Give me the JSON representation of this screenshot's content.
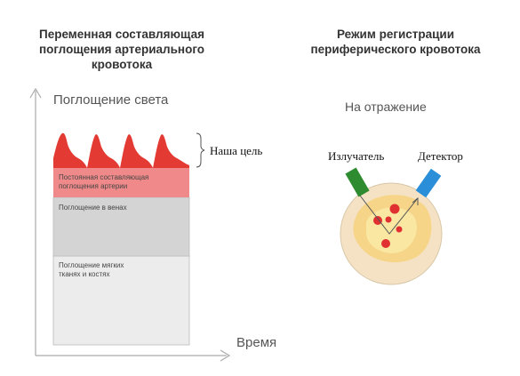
{
  "left_panel": {
    "title_lines": [
      "Переменная составляющая",
      "поглощения артериального",
      "кровотока"
    ],
    "y_axis_label": "Поглощение света",
    "x_axis_label": "Время",
    "target_label": "Наша цель",
    "bands": {
      "arterial_constant": [
        "Постоянная составляющая",
        "поглощения артерии"
      ],
      "veins": "Поглощение в венах",
      "soft_tissue": [
        "Поглощение мягких",
        "тканях и костях"
      ]
    },
    "colors": {
      "pulse": "#e33a33",
      "arterial": "#f08a8a",
      "veins": "#d4d4d4",
      "tissue": "#ececec"
    }
  },
  "right_panel": {
    "title_lines": [
      "Режим регистрации",
      "периферического кровотока"
    ],
    "mode_label": "На отражение",
    "emitter_label": "Излучатель",
    "detector_label": "Детектор",
    "colors": {
      "emitter": "#2f8b2f",
      "detector": "#2a8fd8",
      "tissue": "#f4d8a8",
      "vessel": "#e03030"
    }
  }
}
